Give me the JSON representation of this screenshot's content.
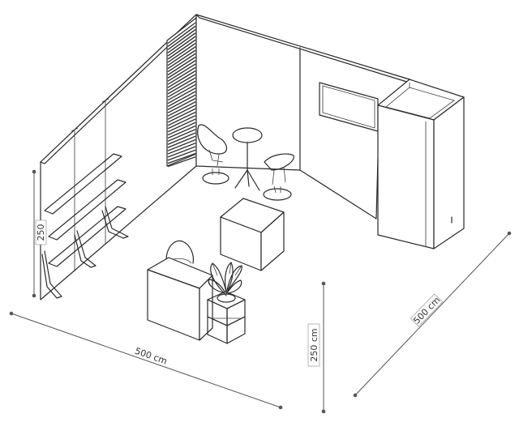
{
  "dimensions": {
    "front_width": "500 cm",
    "side_depth": "500 cm",
    "height_front": "250 cm",
    "height_left": "250"
  }
}
